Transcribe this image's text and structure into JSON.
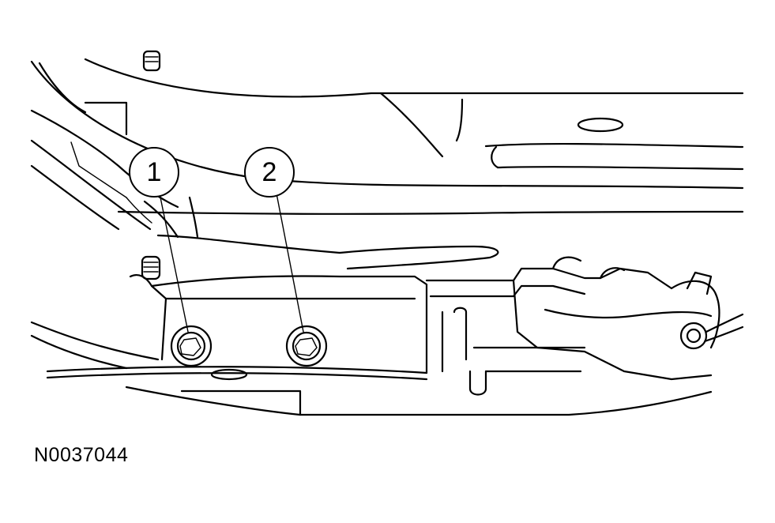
{
  "figure": {
    "id_label": "N0037044",
    "callouts": [
      {
        "number": "1",
        "target": "bolt"
      },
      {
        "number": "2",
        "target": "bolt"
      }
    ]
  }
}
